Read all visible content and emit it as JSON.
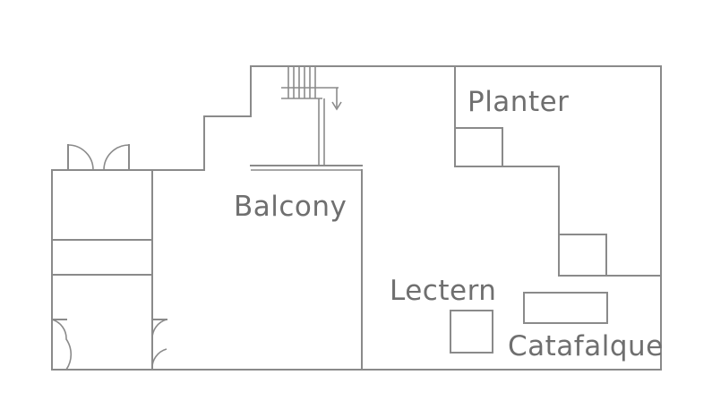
{
  "labels": {
    "balcony": "Balcony",
    "planter": "Planter",
    "lectern": "Lectern",
    "catafalque": "Catafalque"
  },
  "colors": {
    "line": "#8a8a8a",
    "text": "#6f6f6f",
    "background": "#ffffff"
  }
}
